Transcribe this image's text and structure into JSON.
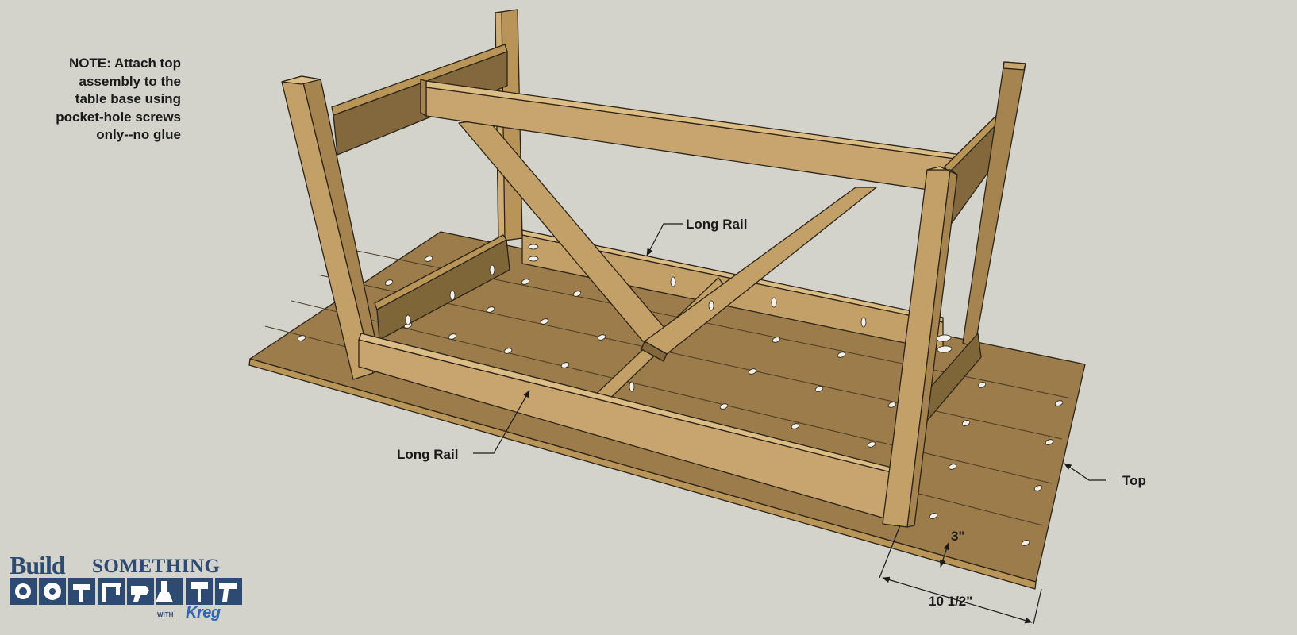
{
  "note": {
    "lines": [
      "NOTE: Attach top",
      "assembly to the",
      "table base using",
      "pocket-hole screws",
      "only--no glue"
    ]
  },
  "labels": {
    "long_rail_back": "Long Rail",
    "long_rail_front": "Long Rail",
    "top": "Top",
    "dim_edge": "3\"",
    "dim_board": "10 1/2\""
  },
  "logo": {
    "build": "Build",
    "something": "SOMETHING",
    "with": "WITH",
    "brand": "Kreg"
  },
  "colors": {
    "background": "#d3d3cb",
    "wood_light": "#c8a46e",
    "wood_mid": "#a58450",
    "wood_dark": "#82683c",
    "wood_shadow": "#6e5834",
    "outline": "#2b2418",
    "logo_blue": "#2d4a72",
    "brand_blue": "#2f64b8"
  }
}
